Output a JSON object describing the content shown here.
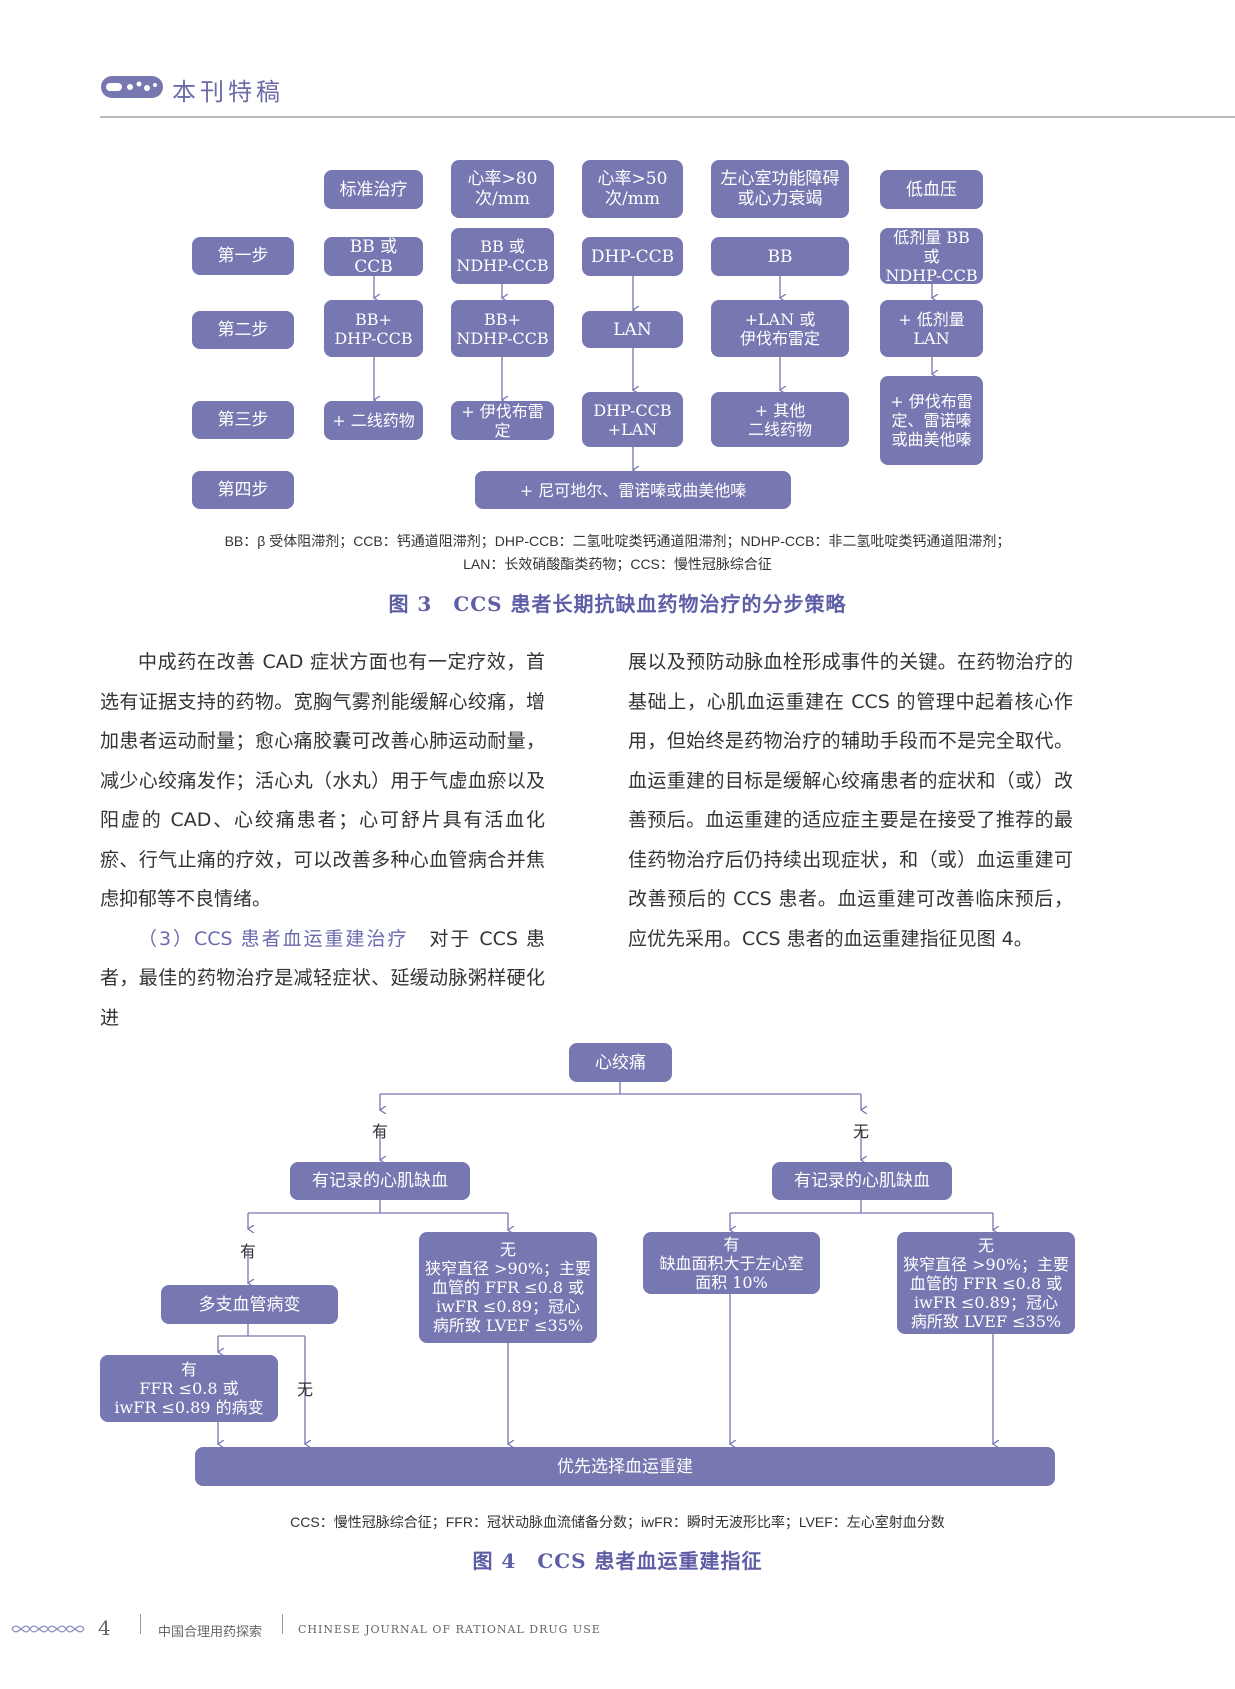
{
  "header": {
    "section": "本刊特稿"
  },
  "fig3": {
    "columns": [
      "标准治疗",
      "心率>80\n次/mm",
      "心率>50\n次/mm",
      "左心室功能障碍\n或心力衰竭",
      "低血压"
    ],
    "steps": [
      "第一步",
      "第二步",
      "第三步",
      "第四步"
    ],
    "row1": [
      "BB 或 CCB",
      "BB 或\nNDHP-CCB",
      "DHP-CCB",
      "BB",
      "低剂量 BB 或\nNDHP-CCB"
    ],
    "row2": [
      "BB+\nDHP-CCB",
      "BB+\nNDHP-CCB",
      "LAN",
      "+LAN 或\n伊伐布雷定",
      "+ 低剂量\nLAN"
    ],
    "row3": [
      "+ 二线药物",
      "+ 伊伐布雷定",
      "DHP-CCB\n+LAN",
      "+ 其他\n二线药物",
      "+ 伊伐布雷\n定、雷诺嗪\n或曲美他嗪"
    ],
    "row4": "+ 尼可地尔、雷诺嗪或曲美他嗪",
    "note_line1": "BB：β 受体阻滞剂；CCB：钙通道阻滞剂；DHP-CCB：二氢吡啶类钙通道阻滞剂；NDHP-CCB：非二氢吡啶类钙通道阻滞剂；",
    "note_line2": "LAN：长效硝酸酯类药物；CCS：慢性冠脉综合征",
    "caption": "图 3　CCS 患者长期抗缺血药物治疗的分步策略"
  },
  "body": {
    "left_p1": "中成药在改善 CAD 症状方面也有一定疗效，首选有证据支持的药物。宽胸气雾剂能缓解心绞痛，增加患者运动耐量；愈心痛胶囊可改善心肺运动耐量，减少心绞痛发作；活心丸（水丸）用于气虚血瘀以及阳虚的 CAD、心绞痛患者；心可舒片具有活血化瘀、行气止痛的疗效，可以改善多种心血管病合并焦虑抑郁等不良情绪。",
    "left_p2_head": "（3）CCS 患者血运重建治疗",
    "left_p2_text": "　对于 CCS 患者，最佳的药物治疗是减轻症状、延缓动脉粥样硬化进",
    "right_p1": "展以及预防动脉血栓形成事件的关键。在药物治疗的基础上，心肌血运重建在 CCS 的管理中起着核心作用，但始终是药物治疗的辅助手段而不是完全取代。血运重建的目标是缓解心绞痛患者的症状和（或）改善预后。血运重建的适应症主要是在接受了推荐的最佳药物治疗后仍持续出现症状，和（或）血运重建可改善预后的 CCS 患者。血运重建可改善临床预后，应优先采用。CCS 患者的血运重建指征见图 4。"
  },
  "fig4": {
    "root": "心绞痛",
    "yes": "有",
    "no": "无",
    "left_mid": "有记录的心肌缺血",
    "right_mid": "有记录的心肌缺血",
    "multi": "多支血管病变",
    "ll_box": "有\nFFR ≤0.8 或\niwFR ≤0.89 的病变",
    "lr_box": "无\n狭窄直径 >90%；主要\n血管的 FFR ≤0.8 或\niwFR ≤0.89；冠心\n病所致 LVEF ≤35%",
    "rl_box": "有\n缺血面积大于左心室\n面积 10%",
    "rr_box": "无\n狭窄直径 >90%；主要\n血管的 FFR ≤0.8 或\niwFR ≤0.89；冠心\n病所致 LVEF ≤35%",
    "bottom": "优先选择血运重建",
    "note": "CCS：慢性冠脉综合征；FFR：冠状动脉血流储备分数；iwFR：瞬时无波形比率；LVEF：左心室射血分数",
    "caption": "图 4　CCS 患者血运重建指征"
  },
  "footer": {
    "page": "4",
    "journal_cn": "中国合理用药探索",
    "journal_en": "CHINESE JOURNAL OF RATIONAL DRUG USE"
  },
  "colors": {
    "box": "#7777b2",
    "accent": "#5e5ea6"
  }
}
